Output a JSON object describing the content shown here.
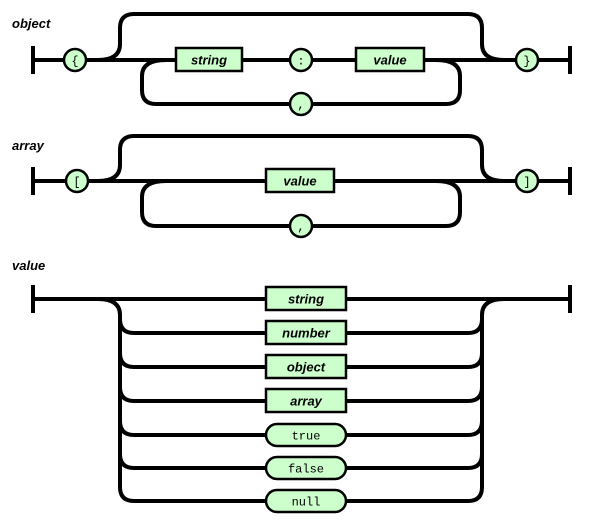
{
  "rules": {
    "object": {
      "title": "object",
      "open": "{",
      "key": "string",
      "colon": ":",
      "value": "value",
      "separator": ",",
      "close": "}"
    },
    "array": {
      "title": "array",
      "open": "[",
      "value": "value",
      "separator": ",",
      "close": "]"
    },
    "value": {
      "title": "value",
      "alternatives": [
        "string",
        "number",
        "object",
        "array",
        "true",
        "false",
        "null"
      ],
      "alternative_kinds": [
        "nonterminal",
        "nonterminal",
        "nonterminal",
        "nonterminal",
        "terminal",
        "terminal",
        "terminal"
      ]
    }
  },
  "colors": {
    "node_fill": "#ccffcc",
    "line": "#000000",
    "background": "#ffffff"
  }
}
